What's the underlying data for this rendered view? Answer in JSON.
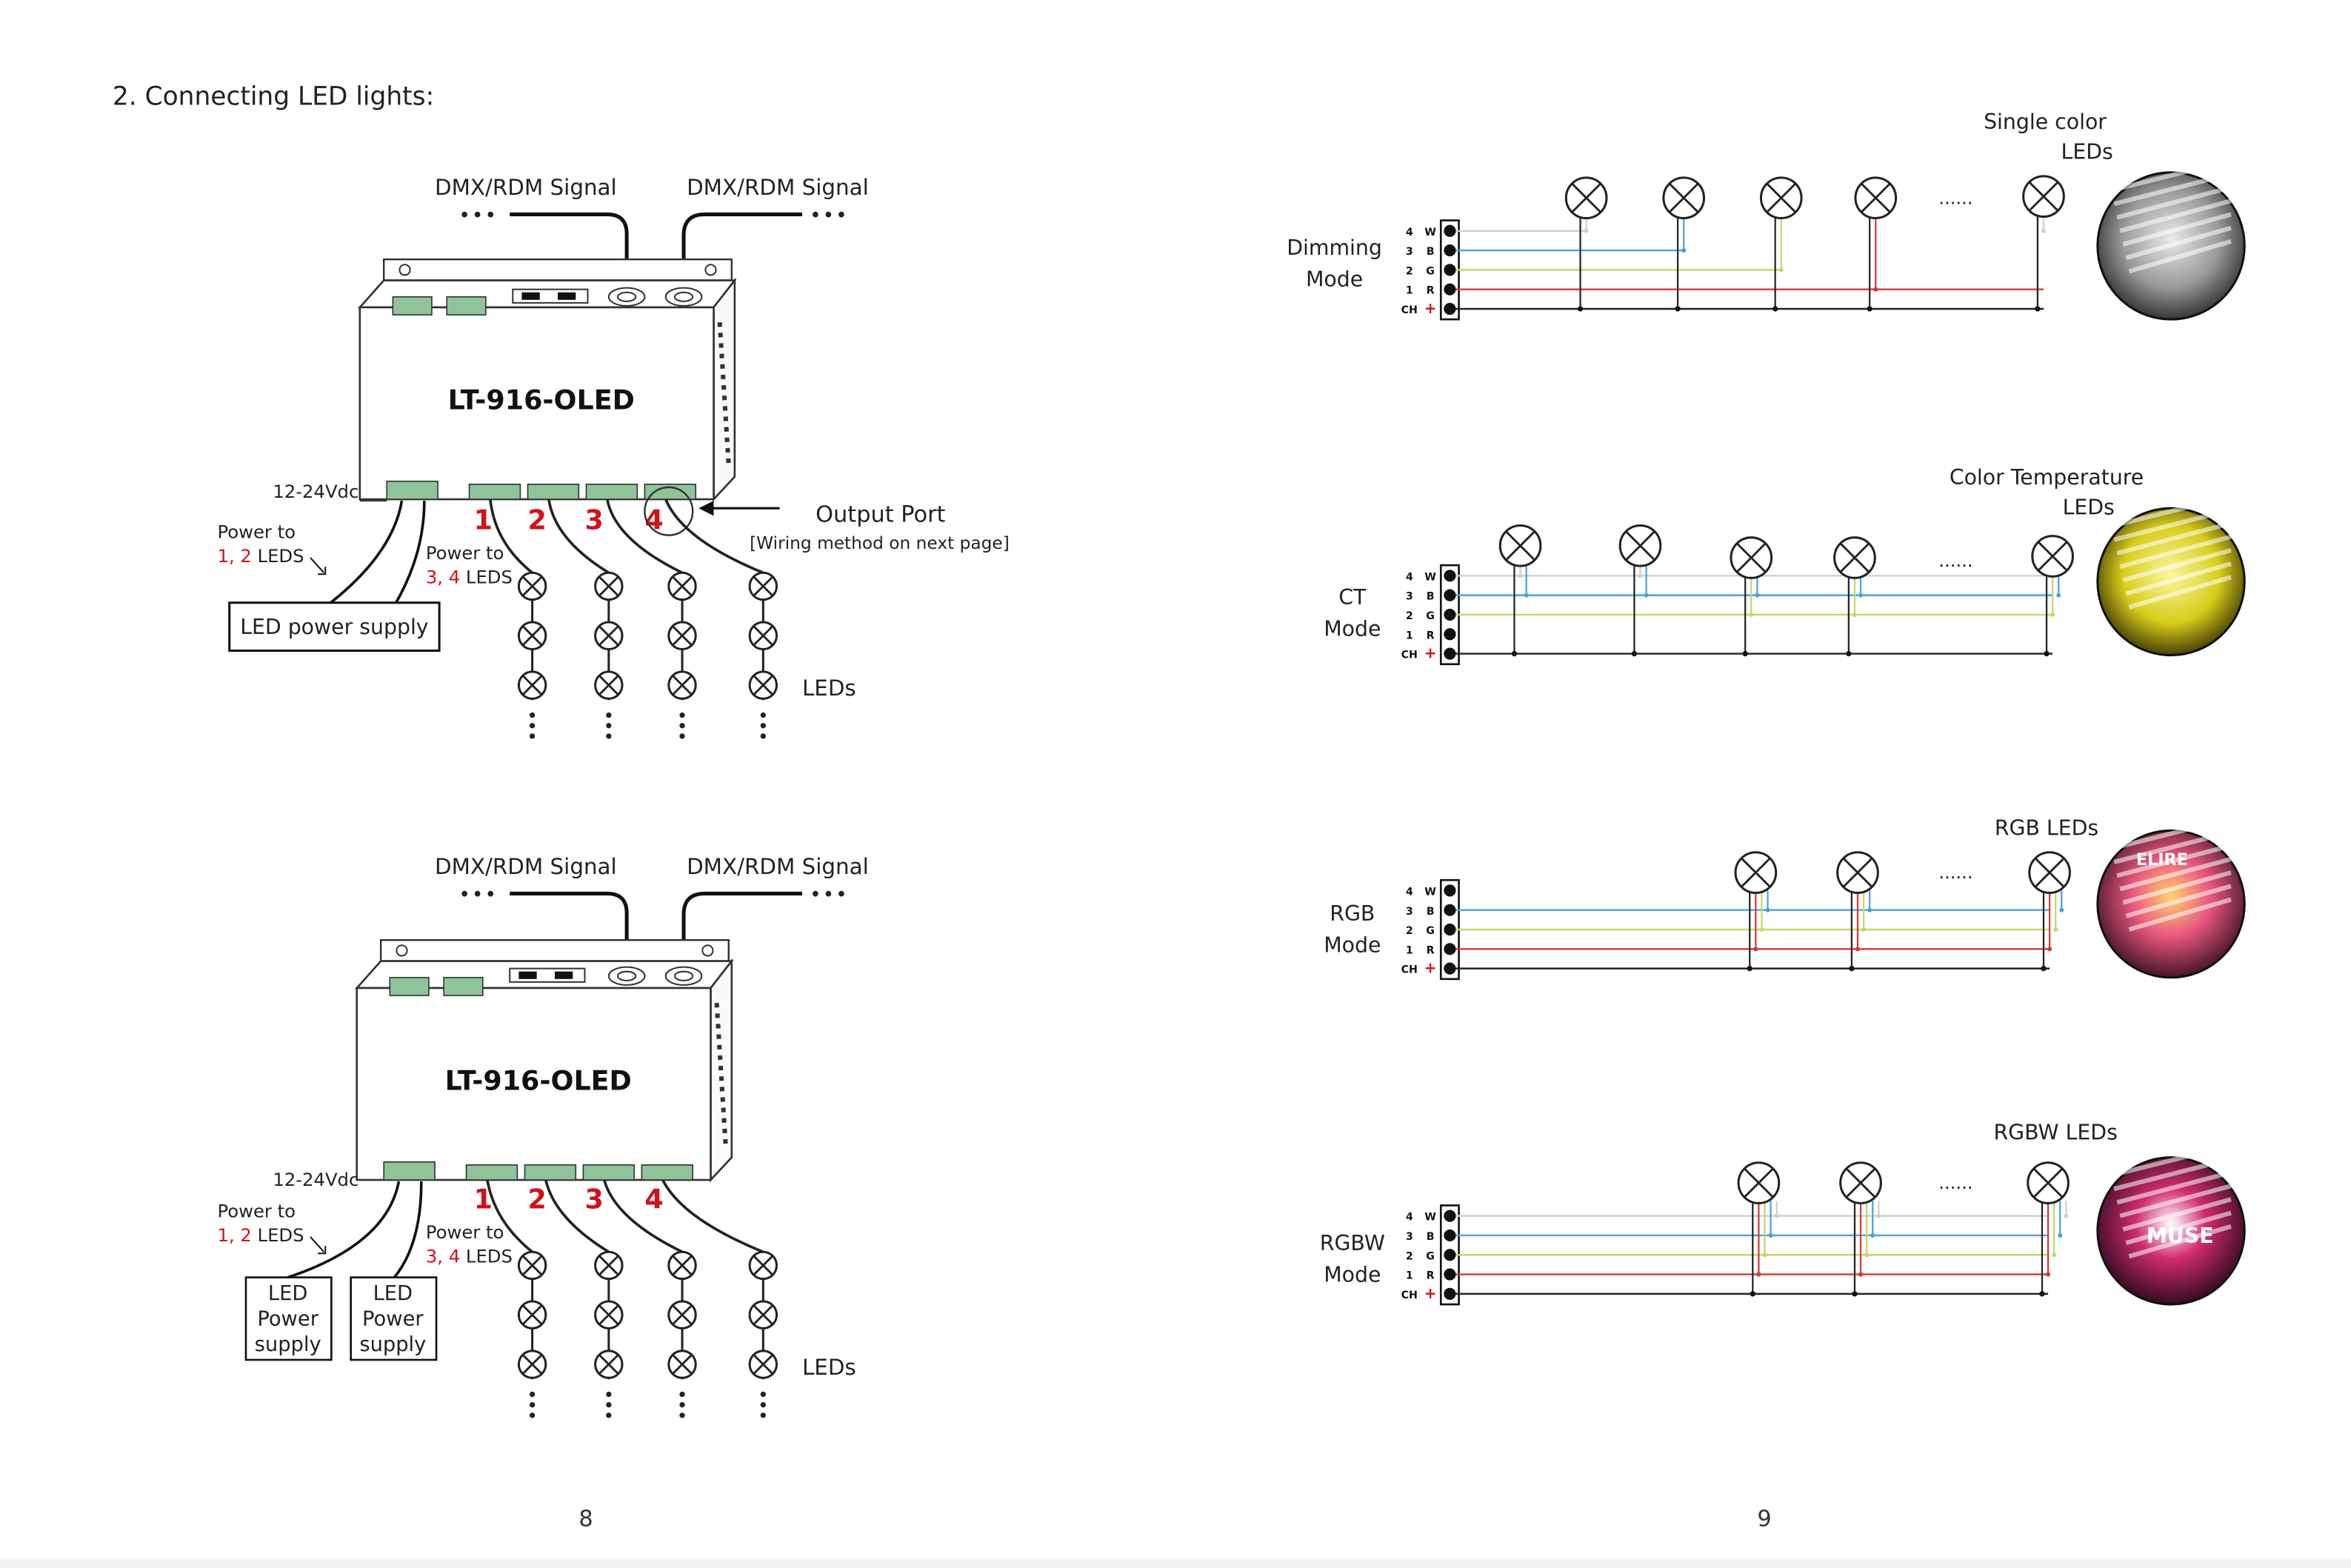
{
  "section_title": "2. Connecting LED lights:",
  "page_numbers": {
    "left": "8",
    "right": "9"
  },
  "diagram1": {
    "dmx_left": "DMX/RDM Signal",
    "dmx_right": "DMX/RDM Signal",
    "dots": "•••",
    "device_name": "LT-916-OLED",
    "voltage": "12-24Vdc",
    "power_12_line1": "Power to",
    "power_12_line2a": "1, 2",
    "power_12_line2b": " LEDS",
    "power_34_line1": "Power to",
    "power_34_line2a": "3, 4",
    "power_34_line2b": " LEDS",
    "power_supply": "LED power supply",
    "channels": [
      "1",
      "2",
      "3",
      "4"
    ],
    "output_port": "Output Port",
    "output_note": "[Wiring method on next page]",
    "leds_label": "LEDs"
  },
  "diagram2": {
    "dmx_left": "DMX/RDM Signal",
    "dmx_right": "DMX/RDM Signal",
    "dots": "•••",
    "device_name": "LT-916-OLED",
    "voltage": "12-24Vdc",
    "power_12_line1": "Power to",
    "power_12_line2a": "1, 2",
    "power_12_line2b": " LEDS",
    "power_34_line1": "Power to",
    "power_34_line2a": "3, 4",
    "power_34_line2b": " LEDS",
    "supply_a": [
      "LED",
      "Power",
      "supply"
    ],
    "supply_b": [
      "LED",
      "Power",
      "supply"
    ],
    "channels": [
      "1",
      "2",
      "3",
      "4"
    ],
    "leds_label": "LEDs"
  },
  "terminal_labels": {
    "numbers": [
      "4",
      "3",
      "2",
      "1",
      "CH"
    ],
    "letters": [
      "W",
      "B",
      "G",
      "R",
      "+"
    ]
  },
  "ellipsis": "......",
  "modes": [
    {
      "mode_line1": "Dimming",
      "mode_line2": "Mode",
      "leds_line1": "Single color",
      "leds_line2": "LEDs"
    },
    {
      "mode_line1": "CT",
      "mode_line2": "Mode",
      "leds_line1": "Color Temperature",
      "leds_line2": "LEDs"
    },
    {
      "mode_line1": "RGB",
      "mode_line2": "Mode",
      "leds_line1": "RGB LEDs",
      "leds_line2": ""
    },
    {
      "mode_line1": "RGBW",
      "mode_line2": "Mode",
      "leds_line1": "RGBW LEDs",
      "leds_line2": ""
    }
  ],
  "photo_sign_texts": [
    "ELIRE",
    "MUSE"
  ],
  "colors": {
    "terminal_green": "#8fc49a",
    "channel_red": "#d0121b",
    "wire_red": "#d23a3a",
    "wire_green": "#c9d66a",
    "wire_blue": "#4aa3d8",
    "wire_white": "#cfcfcf",
    "wire_black": "#222222"
  }
}
